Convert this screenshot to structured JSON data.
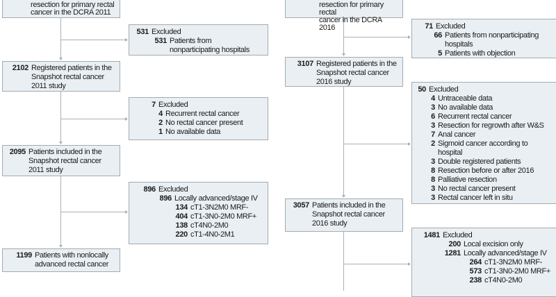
{
  "left": {
    "top_box": {
      "lines": [
        "resection for primary rectal",
        "cancer in the DCRA 2011"
      ]
    },
    "registered": {
      "n": "2102",
      "text": "Registered patients in the Snapshot rectal cancer 2011 study"
    },
    "included": {
      "n": "2095",
      "text": "Patients included in the Snapshot rectal cancer 2011 study"
    },
    "final": {
      "n": "1199",
      "text": "Patients with nonlocally advanced rectal cancer"
    },
    "excluded_1": [
      {
        "n": "531",
        "text": "Excluded",
        "level": 0
      },
      {
        "n": "531",
        "text": "Patients from nonparticipating hospitals",
        "level": 1
      }
    ],
    "excluded_2": [
      {
        "n": "7",
        "text": "Excluded",
        "level": 0
      },
      {
        "n": "4",
        "text": "Recurrent rectal cancer",
        "level": 1
      },
      {
        "n": "2",
        "text": "No rectal cancer present",
        "level": 1
      },
      {
        "n": "1",
        "text": "No available data",
        "level": 1
      }
    ],
    "excluded_3": [
      {
        "n": "896",
        "text": "Excluded",
        "level": 0
      },
      {
        "n": "896",
        "text": "Locally advanced/stage IV",
        "level": 1
      },
      {
        "n": "134",
        "text": "cT1-3N2M0 MRF-",
        "level": 2
      },
      {
        "n": "404",
        "text": "cT1-3N0-2M0 MRF+",
        "level": 2
      },
      {
        "n": "138",
        "text": "cT4N0-2M0",
        "level": 2
      },
      {
        "n": "220",
        "text": "cT1-4N0-2M1",
        "level": 2
      }
    ]
  },
  "right": {
    "top_box": {
      "lines": [
        "resection for primary rectal",
        "cancer in the DCRA 2016"
      ]
    },
    "registered": {
      "n": "3107",
      "text": "Registered patients in the Snapshot rectal cancer 2016 study"
    },
    "included": {
      "n": "3057",
      "text": "Patients included in the Snapshot rectal cancer 2016 study"
    },
    "excluded_1": [
      {
        "n": "71",
        "text": "Excluded",
        "level": 0
      },
      {
        "n": "66",
        "text": "Patients from nonparticipating hospitals",
        "level": 1
      },
      {
        "n": "5",
        "text": "Patients with objection",
        "level": 1
      }
    ],
    "excluded_2": [
      {
        "n": "50",
        "text": "Excluded",
        "level": 0
      },
      {
        "n": "4",
        "text": "Untraceable data",
        "level": 1
      },
      {
        "n": "3",
        "text": "No available data",
        "level": 1
      },
      {
        "n": "6",
        "text": "Recurrent rectal cancer",
        "level": 1
      },
      {
        "n": "3",
        "text": "Resection for regrowth after W&S",
        "level": 1
      },
      {
        "n": "7",
        "text": "Anal cancer",
        "level": 1
      },
      {
        "n": "2",
        "text": "Sigmoid cancer according to hospital",
        "level": 1
      },
      {
        "n": "3",
        "text": "Double registered patients",
        "level": 1
      },
      {
        "n": "8",
        "text": "Resection before or after 2016",
        "level": 1
      },
      {
        "n": "8",
        "text": "Palliative resection",
        "level": 1
      },
      {
        "n": "3",
        "text": "No rectal cancer present",
        "level": 1
      },
      {
        "n": "3",
        "text": "Rectal cancer left in situ",
        "level": 1
      }
    ],
    "excluded_3": [
      {
        "n": "1481",
        "text": "Excluded",
        "level": 0
      },
      {
        "n": "200",
        "text": "Local excision only",
        "level": 1
      },
      {
        "n": "1281",
        "text": "Locally advanced/stage IV",
        "level": 1
      },
      {
        "n": "264",
        "text": "cT1-3N2M0 MRF-",
        "level": 2
      },
      {
        "n": "573",
        "text": "cT1-3N0-2M0 MRF+",
        "level": 2
      },
      {
        "n": "238",
        "text": "cT4N0-2M0",
        "level": 2
      }
    ]
  },
  "colors": {
    "box_fill": "#e9eff3",
    "box_border": "#a3abb1",
    "connector": "#a3abb1"
  }
}
